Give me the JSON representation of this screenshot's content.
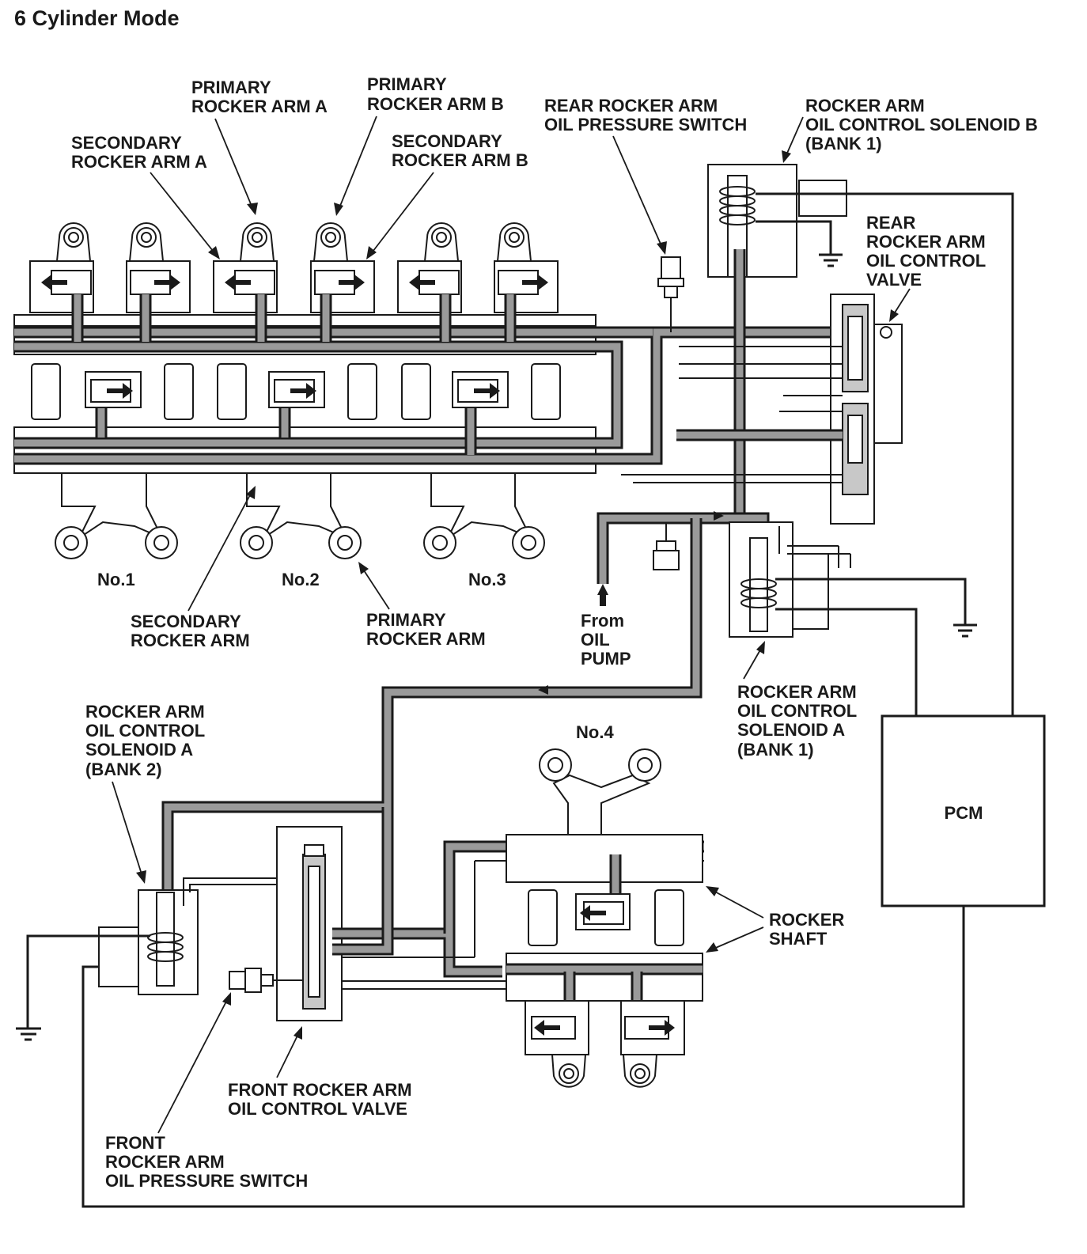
{
  "title": "6 Cylinder Mode",
  "labels": {
    "primary_rocker_arm_a": [
      "PRIMARY",
      "ROCKER ARM A"
    ],
    "primary_rocker_arm_b": [
      "PRIMARY",
      "ROCKER ARM B"
    ],
    "secondary_rocker_arm_a": [
      "SECONDARY",
      "ROCKER ARM A"
    ],
    "secondary_rocker_arm_b": [
      "SECONDARY",
      "ROCKER ARM B"
    ],
    "rear_oil_pressure_switch": [
      "REAR ROCKER ARM",
      "OIL PRESSURE SWITCH"
    ],
    "solenoid_b_bank1": [
      "ROCKER ARM",
      "OIL CONTROL SOLENOID B",
      "(BANK 1)"
    ],
    "rear_oil_control_valve": [
      "REAR",
      "ROCKER ARM",
      "OIL CONTROL",
      "VALVE"
    ],
    "secondary_rocker_arm": [
      "SECONDARY",
      "ROCKER ARM"
    ],
    "primary_rocker_arm": [
      "PRIMARY",
      "ROCKER ARM"
    ],
    "from_oil_pump": [
      "From",
      "OIL",
      "PUMP"
    ],
    "solenoid_a_bank1": [
      "ROCKER ARM",
      "OIL CONTROL",
      "SOLENOID A",
      "(BANK 1)"
    ],
    "solenoid_a_bank2": [
      "ROCKER ARM",
      "OIL CONTROL",
      "SOLENOID A",
      "(BANK 2)"
    ],
    "rocker_shaft": [
      "ROCKER",
      "SHAFT"
    ],
    "front_oil_control_valve": [
      "FRONT ROCKER ARM",
      "OIL CONTROL VALVE"
    ],
    "front_oil_pressure_switch": [
      "FRONT",
      "ROCKER ARM",
      "OIL PRESSURE SWITCH"
    ],
    "pcm": "PCM"
  },
  "cylinders": {
    "no1": "No.1",
    "no2": "No.2",
    "no3": "No.3",
    "no4": "No.4"
  }
}
